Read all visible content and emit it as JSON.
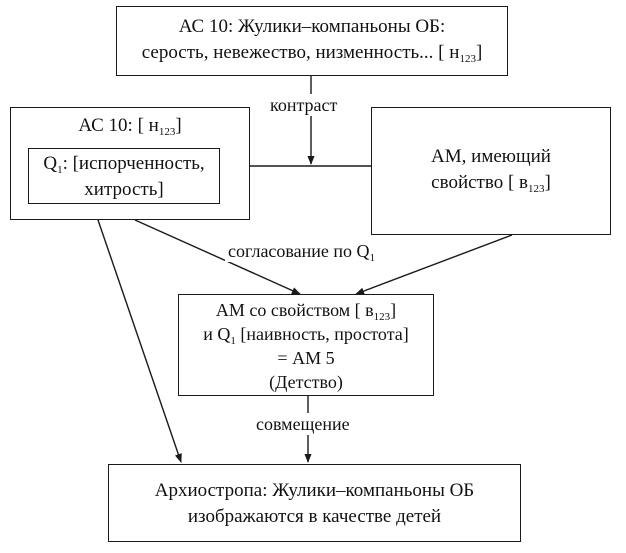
{
  "boxes": {
    "top": {
      "line1": "АС 10: Жулики–компаньоны ОБ:",
      "line2": "серость, невежество, низменность... [ н",
      "line2_sub": "123",
      "line2_end": "]"
    },
    "left": {
      "title": "АС 10: [ н",
      "title_sub": "123",
      "title_end": "]",
      "inner": {
        "q": "Q",
        "q_sub": "1",
        "line1_rest": ": [испорченность,",
        "line2": "хитрость]"
      }
    },
    "right": {
      "line1": "АМ, имеющий",
      "line2": "свойство [ в",
      "line2_sub": "123",
      "line2_end": "]"
    },
    "middle": {
      "line1": "АМ со свойством [ в",
      "line1_sub": "123",
      "line1_end": "]",
      "line2_pre": "и Q",
      "line2_sub": "1",
      "line2_rest": " [наивность, простота]",
      "line3": "= АМ 5",
      "line4": "(Детство)"
    },
    "bottom": {
      "line1": "Архиостропа: Жулики–компаньоны ОБ",
      "line2": "изображаются в качестве детей"
    }
  },
  "labels": {
    "contrast": "контраст",
    "agreement": "согласование по Q",
    "agreement_sub": "1",
    "combination": "совмещение"
  },
  "colors": {
    "line": "#1a1a1a",
    "background": "#ffffff",
    "text": "#111111"
  }
}
